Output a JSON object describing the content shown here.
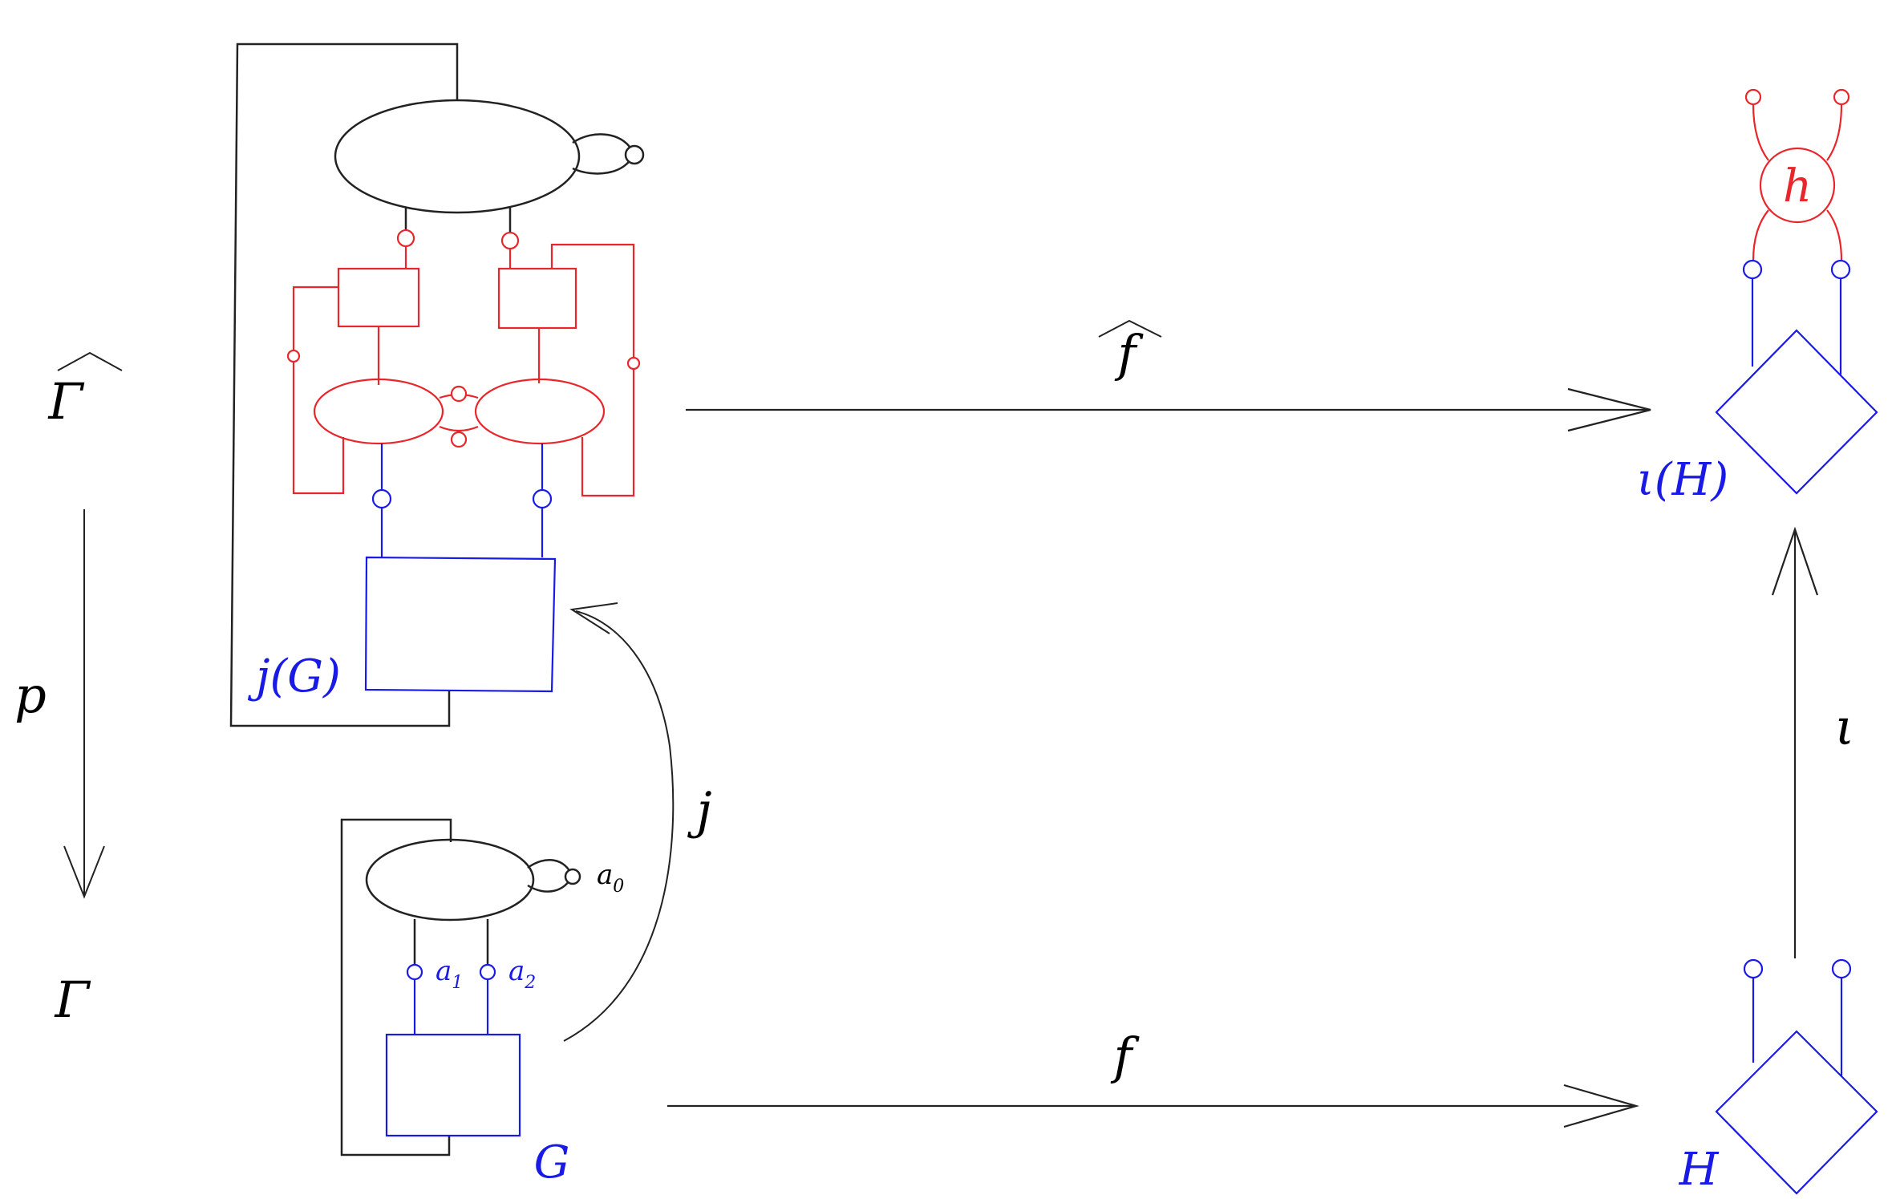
{
  "colors": {
    "black": "#222222",
    "red": "#e8262b",
    "blue": "#1a1ae6"
  },
  "labels": {
    "gamma_hat": "Γ",
    "gamma": "Γ",
    "p": "p",
    "f_hat": "f",
    "f": "f",
    "j": "j",
    "iota": "ι",
    "jG": "j(G)",
    "G": "G",
    "iotaH": "ι(H)",
    "H": "H",
    "h": "h",
    "a0": "a",
    "a0_sub": "0",
    "a1": "a",
    "a1_sub": "1",
    "a2": "a",
    "a2_sub": "2"
  }
}
